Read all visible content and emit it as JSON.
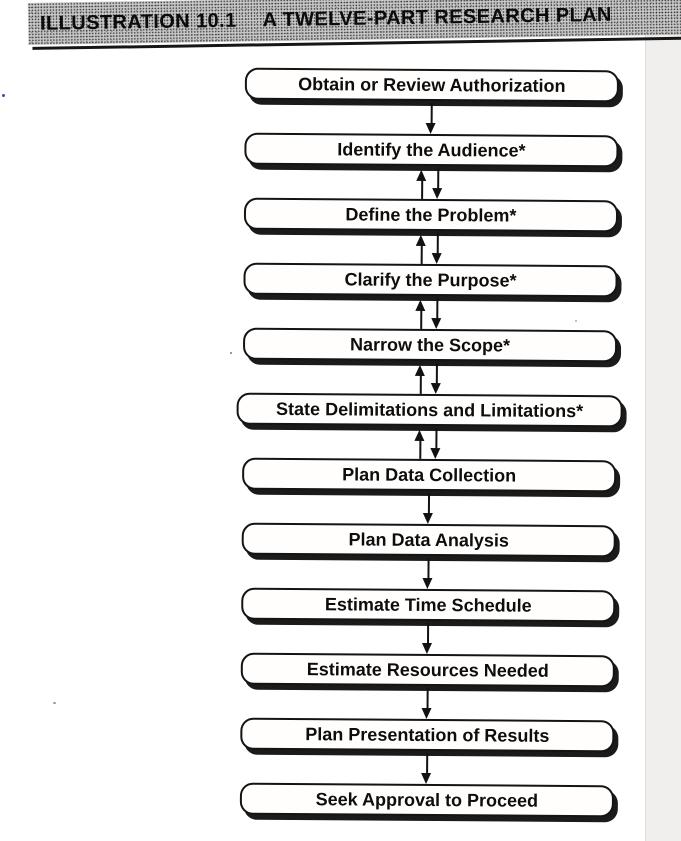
{
  "header": {
    "illustration_label": "ILLUSTRATION 10.1",
    "title": "A TWELVE-PART RESEARCH PLAN"
  },
  "flowchart": {
    "steps": [
      {
        "label": "Obtain or Review Authorization",
        "arrow_to_next": "down"
      },
      {
        "label": "Identify the Audience*",
        "arrow_to_next": "both"
      },
      {
        "label": "Define the Problem*",
        "arrow_to_next": "both"
      },
      {
        "label": "Clarify the Purpose*",
        "arrow_to_next": "both"
      },
      {
        "label": "Narrow the Scope*",
        "arrow_to_next": "both"
      },
      {
        "label": "State Delimitations and Limitations*",
        "arrow_to_next": "both"
      },
      {
        "label": "Plan Data Collection",
        "arrow_to_next": "down"
      },
      {
        "label": "Plan Data Analysis",
        "arrow_to_next": "down"
      },
      {
        "label": "Estimate Time Schedule",
        "arrow_to_next": "down"
      },
      {
        "label": "Estimate Resources Needed",
        "arrow_to_next": "down"
      },
      {
        "label": "Plan Presentation of Results",
        "arrow_to_next": "down"
      },
      {
        "label": "Seek Approval to Proceed",
        "arrow_to_next": null
      }
    ]
  },
  "colors": {
    "ink": "#121212",
    "banner_gray": "#c9c9c9",
    "box_background": "#fffefd",
    "edge_strip": "#f0efee"
  }
}
